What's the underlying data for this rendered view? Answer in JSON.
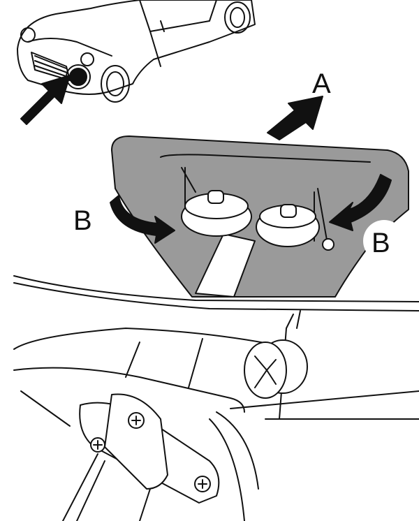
{
  "labels": {
    "a": "A",
    "b_left": "B",
    "b_right": "B"
  },
  "colors": {
    "cover_fill": "#9a9a9a",
    "line": "#111111",
    "arrow": "#111111"
  }
}
